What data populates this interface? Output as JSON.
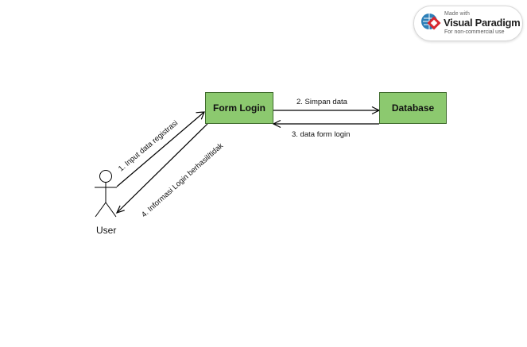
{
  "diagram": {
    "actor": {
      "label": "User"
    },
    "objects": [
      {
        "id": "form",
        "label": "Form Login"
      },
      {
        "id": "db",
        "label": "Database"
      }
    ],
    "messages": [
      {
        "label": "1. Input data registrasi"
      },
      {
        "label": "2. Simpan data"
      },
      {
        "label": "3. data form login"
      },
      {
        "label": "4. Informasi Login berhasil/tidak"
      }
    ]
  },
  "watermark": {
    "made_with": "Made with",
    "brand": "Visual Paradigm",
    "note": "For non-commercial use"
  },
  "colors": {
    "box_fill": "#8cc96f",
    "box_border": "#3f6b2c",
    "line": "#000000",
    "vp_red": "#d8282f",
    "vp_blue": "#2c7fb8"
  }
}
